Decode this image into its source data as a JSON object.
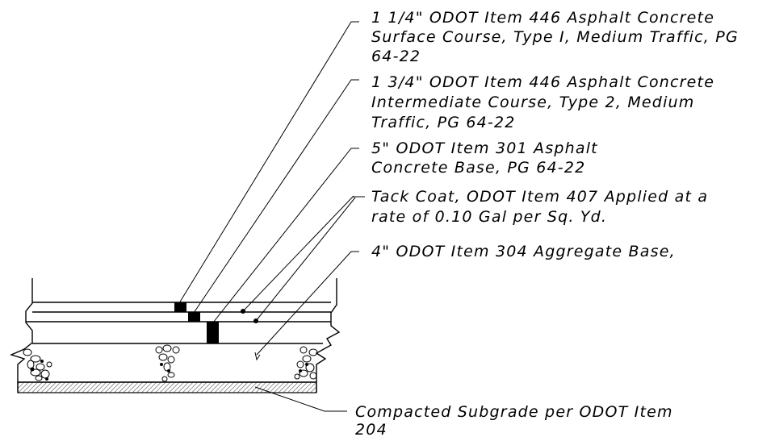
{
  "callouts": {
    "surface_course": {
      "lines": [
        "1 1/4\" ODOT Item 446 Asphalt Concrete",
        "Surface Course, Type I, Medium Traffic, PG",
        "64-22"
      ]
    },
    "intermediate_course": {
      "lines": [
        "1 3/4\" ODOT Item 446 Asphalt Concrete",
        "Intermediate Course, Type 2, Medium",
        "Traffic, PG 64-22"
      ]
    },
    "concrete_base": {
      "lines": [
        "5\" ODOT Item 301 Asphalt",
        "Concrete Base, PG 64-22"
      ]
    },
    "tack_coat": {
      "lines": [
        "Tack Coat, ODOT Item 407 Applied at a",
        "rate of 0.10 Gal per Sq. Yd."
      ]
    },
    "aggregate_base": {
      "lines": [
        "4\" ODOT Item 304 Aggregate Base,"
      ]
    },
    "subgrade": {
      "lines": [
        "Compacted Subgrade per ODOT Item",
        "204"
      ]
    }
  },
  "colors": {
    "line": "#000000",
    "background": "#ffffff",
    "hatch": "#555555"
  }
}
